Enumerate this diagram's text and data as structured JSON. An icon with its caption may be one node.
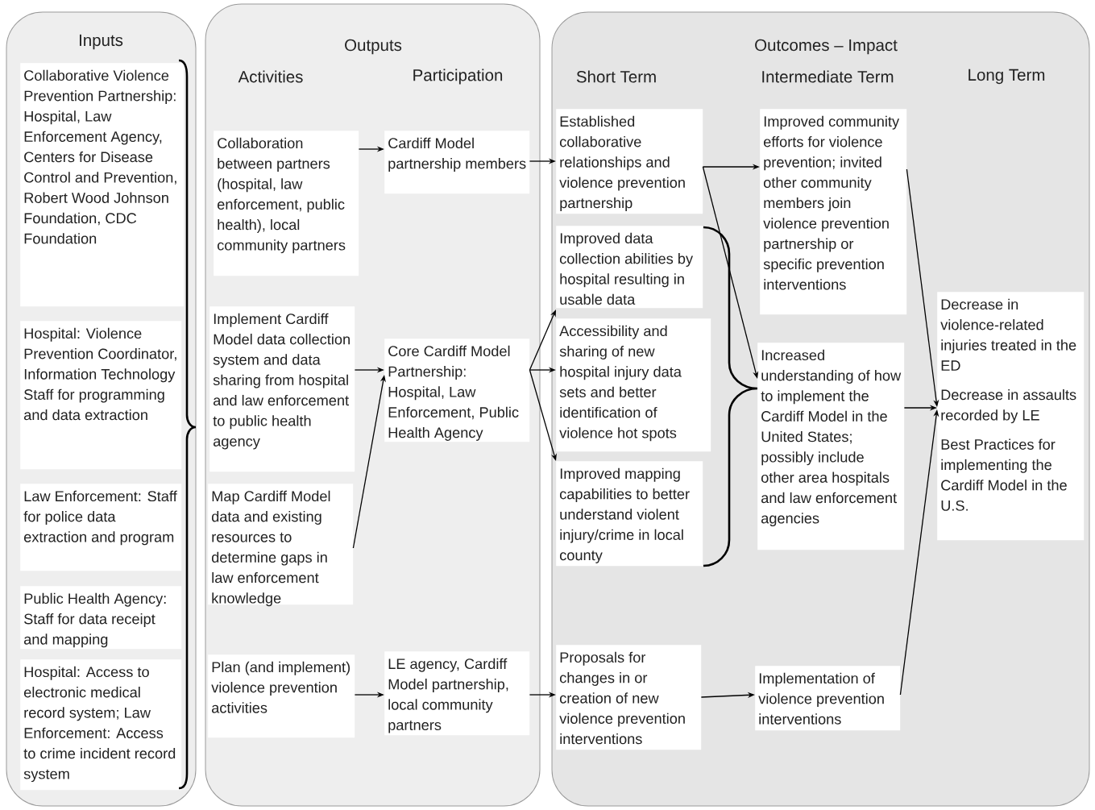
{
  "diagram": {
    "nodes": [
      {
        "text": [
          "Inputs"
        ]
      },
      {
        "text": [
          "Collaborative Violence Prevention Partnership: Hospital, Law Enforcement Agency, Centers for Disease Control and Prevention, Robert Wood Johnson Foundation, CDC Foundation"
        ],
        "in": 0
      },
      {
        "text": [
          "Hospital: Violence Prevention Coordinator, Information Technology Staff for programming and data extraction"
        ],
        "in": 0
      },
      {
        "text": [
          "Law Enforcement: Staff for police data extraction and program"
        ],
        "in": 0
      },
      {
        "text": [
          "Public Health Agency: Staff for data receipt and mapping"
        ],
        "in": 0
      },
      {
        "text": [
          "Hospital: Access to electronic medical record system; Law Enforcement: Access to crime incident record system"
        ],
        "in": 0
      },
      {
        "text": [
          "Outputs",
          "Activities",
          "Participation"
        ]
      },
      {
        "text": [
          "Collaboration between partners (hospital, law enforcement, public health), local community partners"
        ],
        "in": 6
      },
      {
        "text": [
          "Cardiff Model partnership members"
        ],
        "in": 6
      },
      {
        "text": [
          "Implement Cardiff Model data collection system and data sharing from hospital and law enforcement to public health agency"
        ],
        "in": 6
      },
      {
        "text": [
          "Map Cardiff Model data and existing resources to determine gaps in law enforcement knowledge"
        ],
        "in": 6
      },
      {
        "text": [
          "Core Cardiff Model Partnership: Hospital, Law Enforcement, Public Health Agency"
        ],
        "in": 6
      },
      {
        "text": [
          "Plan (and implement) violence prevention activities"
        ],
        "in": 6
      },
      {
        "text": [
          "LE agency, Cardiff Model partnership, local community partners"
        ],
        "in": 6
      },
      {
        "text": [
          "Outcomes – Impact",
          "Short Term",
          "Intermediate Term",
          "Long Term"
        ]
      },
      {
        "text": [
          "Established collaborative relationships and violence prevention partnership"
        ],
        "in": 14
      },
      {
        "text": [
          "Improved data collection abilities by hospital resulting in usable data"
        ],
        "in": 14
      },
      {
        "text": [
          "Accessibility and sharing of new hospital injury data sets and better identification of violence hot spots"
        ],
        "in": 14
      },
      {
        "text": [
          "Improved mapping capabilities to better understand violent injury/crime in local county"
        ],
        "in": 14
      },
      {
        "text": [
          "Proposals for changes in or creation of new violence prevention interventions"
        ],
        "in": 14
      },
      {
        "text": [
          "Improved community efforts for violence prevention; invited other community members join violence prevention partnership or specific prevention interventions"
        ],
        "in": 14
      },
      {
        "text": [
          "Increased understanding of how to implement the Cardiff Model in the United States; possibly include other area hospitals and law enforcement agencies"
        ],
        "in": 14
      },
      {
        "text": [
          "Implementation of violence prevention interventions"
        ],
        "in": 14
      },
      {
        "text": [
          "Decrease in violence-related injuries treated in the ED",
          "Decrease in assaults recorded by LE",
          "Best Practices for implementing the Cardiff Model in the U.S."
        ],
        "in": 14
      }
    ],
    "edges": [
      {
        "from": 7,
        "to": 8,
        "arrow": "to"
      },
      {
        "from": 8,
        "to": 15,
        "arrow": "to"
      },
      {
        "from": 9,
        "to": 11,
        "arrow": "to"
      },
      {
        "from": 10,
        "to": 11,
        "arrow": "to"
      },
      {
        "from": 11,
        "to": 16,
        "arrow": "to"
      },
      {
        "from": 11,
        "to": 17,
        "arrow": "to"
      },
      {
        "from": 11,
        "to": 18,
        "arrow": "to"
      },
      {
        "from": 15,
        "to": 20,
        "arrow": "to"
      },
      {
        "from": 15,
        "to": 21,
        "arrow": "to"
      },
      {
        "from": 12,
        "to": 13,
        "arrow": "to"
      },
      {
        "from": 13,
        "to": 19,
        "arrow": "to"
      },
      {
        "from": 19,
        "to": 22,
        "arrow": "to"
      },
      {
        "from": 20,
        "to": 23,
        "arrow": "to"
      },
      {
        "from": 21,
        "to": 23,
        "arrow": "to"
      },
      {
        "from": 22,
        "to": 23,
        "arrow": "to"
      }
    ]
  }
}
